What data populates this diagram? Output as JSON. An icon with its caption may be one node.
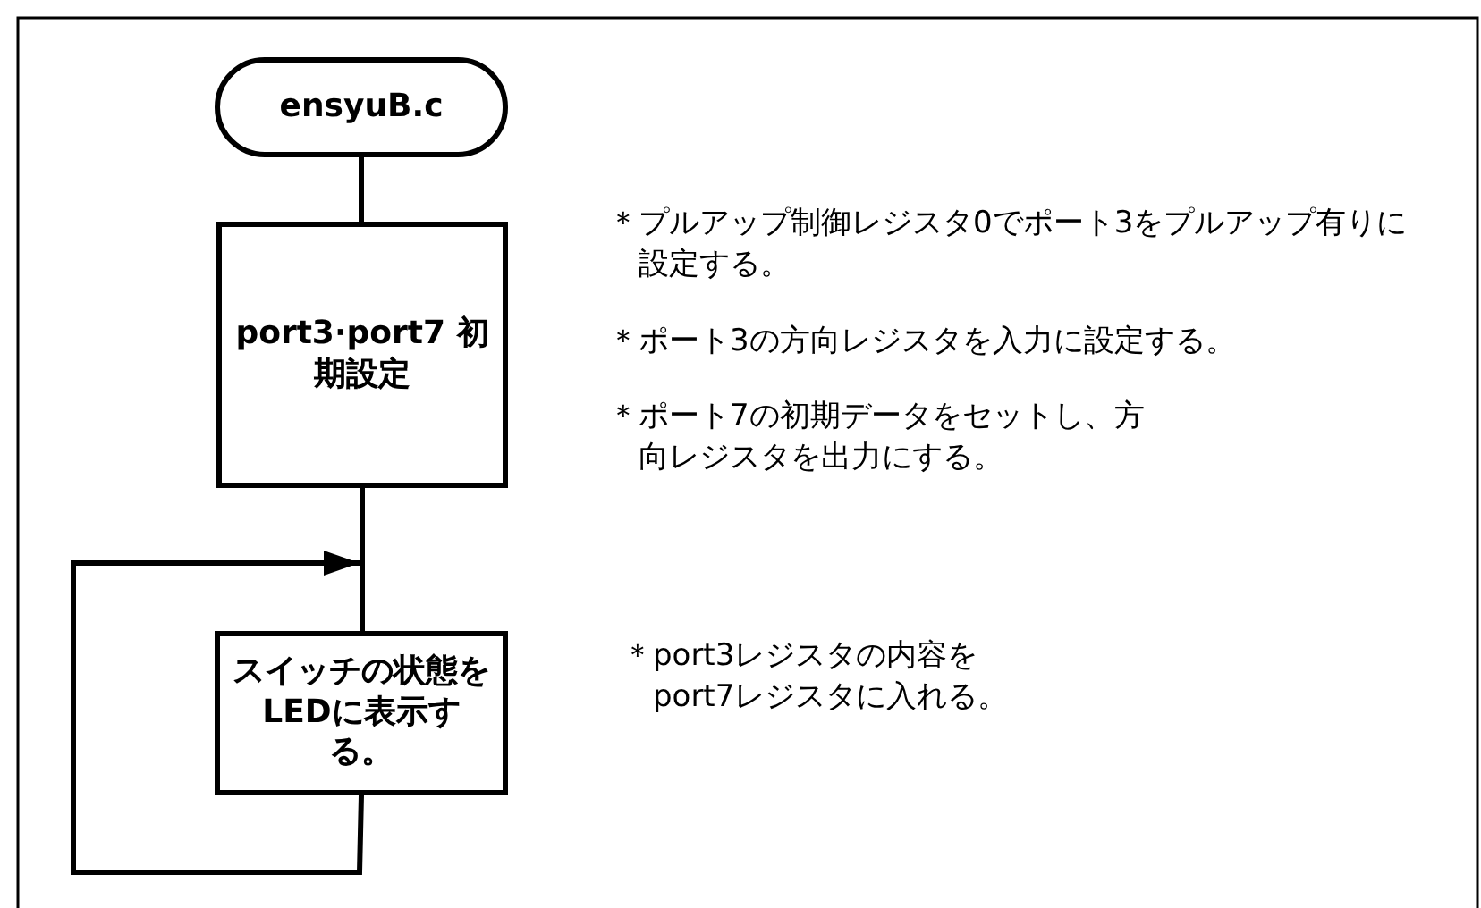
{
  "diagram": {
    "nodes": [
      {
        "text": [
          "ensyuB.c"
        ]
      },
      {
        "text": [
          "port3·port7 初期設定"
        ]
      },
      {
        "text": [
          "スイッチの状態をLEDに表示する。"
        ]
      }
    ],
    "edges": [
      {
        "from": 0,
        "to": 1,
        "arrow": "none"
      },
      {
        "from": 1,
        "to": 2,
        "arrow": "none"
      },
      {
        "from": 2,
        "to": 2,
        "arrow": "to"
      }
    ],
    "labels": [
      "＊プルアップ制御レジスタ0でポート3をプルアップ有りに設定する。",
      "＊ポート3の方向レジスタを入力に設定する。",
      "＊ポート7の初期データをセットし、方向レジスタを出力にする。",
      "＊port3レジスタの内容をport7レジスタに入れる。"
    ]
  }
}
